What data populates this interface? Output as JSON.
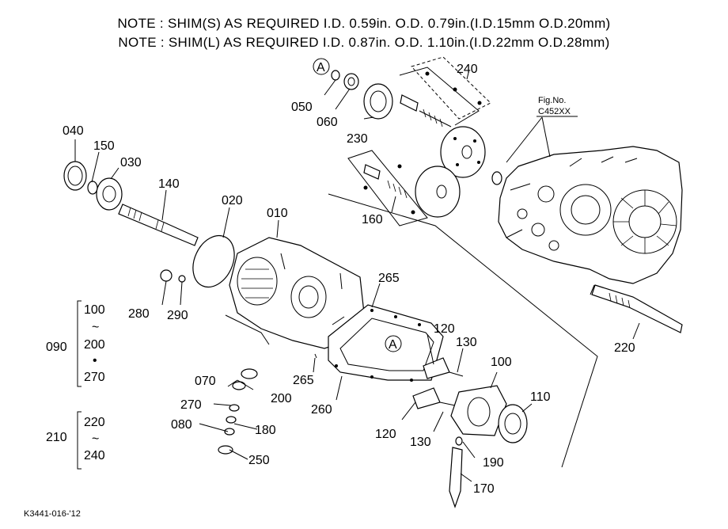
{
  "notes": [
    "NOTE : SHIM(S) AS REQUIRED I.D. 0.59in. O.D. 0.79in.(I.D.15mm O.D.20mm)",
    "NOTE : SHIM(L) AS REQUIRED I.D. 0.87in. O.D. 1.10in.(I.D.22mm O.D.28mm)"
  ],
  "reference_mark": "A",
  "fig_no": {
    "line1": "Fig.No.",
    "line2": "C452XX"
  },
  "part_labels": {
    "p010": "010",
    "p020": "020",
    "p030": "030",
    "p040": "040",
    "p050": "050",
    "p060": "060",
    "p070": "070",
    "p080": "080",
    "p100": "100",
    "p110": "110",
    "p120a": "120",
    "p120b": "120",
    "p130a": "130",
    "p130b": "130",
    "p140": "140",
    "p150": "150",
    "p160": "160",
    "p170": "170",
    "p180": "180",
    "p190": "190",
    "p200": "200",
    "p220": "220",
    "p230": "230",
    "p240": "240",
    "p250": "250",
    "p260": "260",
    "p265a": "265",
    "p265b": "265",
    "p270": "270",
    "p280": "280",
    "p290": "290"
  },
  "range_groups": {
    "g090": {
      "label": "090",
      "from": "100",
      "sep": "~",
      "to": "200",
      "dot": "•",
      "end": "270"
    },
    "g210": {
      "label": "210",
      "from": "220",
      "sep": "~",
      "to": "240"
    }
  },
  "drawing_code": "K3441-016-'12"
}
